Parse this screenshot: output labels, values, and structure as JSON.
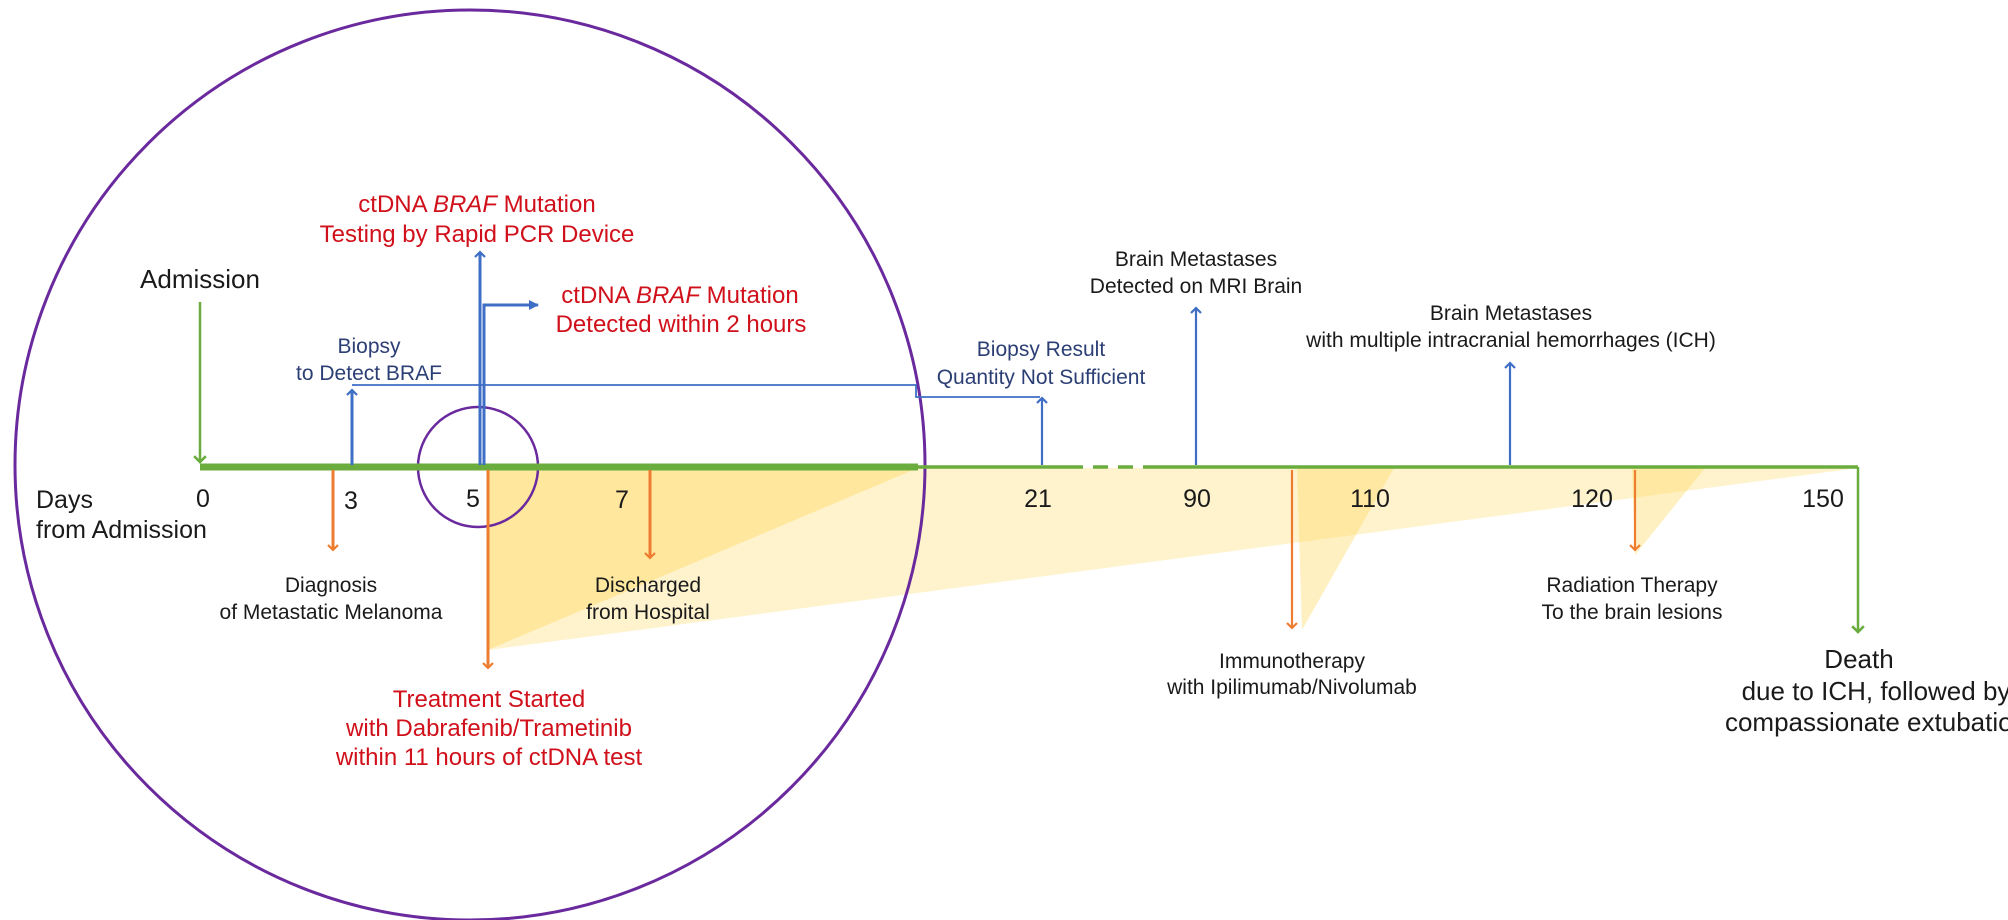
{
  "colors": {
    "timeline": "#6aac3e",
    "blue_arrow": "#3f6fc4",
    "orange_arrow": "#ee7d31",
    "purple_circle": "#6a2a9e",
    "highlight_fill": "#ffd54f",
    "red_text": "#d0101a",
    "navy_text": "#2b3f75"
  },
  "axis": {
    "title_line1": "Days",
    "title_line2": "from Admission",
    "ticks": [
      "0",
      "3",
      "5",
      "7",
      "21",
      "90",
      "110",
      "120",
      "150"
    ]
  },
  "events": {
    "admission": "Admission",
    "biopsy": [
      "Biopsy",
      "to Detect BRAF"
    ],
    "ctdna_test": {
      "line1_pre": "ctDNA ",
      "line1_italic": "BRAF",
      "line1_post": " Mutation",
      "line2": "Testing by Rapid PCR Device"
    },
    "ctdna_detected": {
      "line1_pre": "ctDNA ",
      "line1_italic": "BRAF",
      "line1_post": " Mutation",
      "line2": "Detected within 2 hours"
    },
    "biopsy_result": [
      "Biopsy Result",
      "Quantity Not Sufficient"
    ],
    "brain_mets_mri": [
      "Brain Metastases",
      "Detected on MRI Brain"
    ],
    "brain_mets_ich": [
      "Brain Metastases",
      "with multiple intracranial hemorrhages (ICH)"
    ],
    "diagnosis": [
      "Diagnosis",
      "of Metastatic Melanoma"
    ],
    "treatment": [
      "Treatment Started",
      "with Dabrafenib/Trametinib",
      "within 11 hours of ctDNA test"
    ],
    "discharged": [
      "Discharged",
      "from Hospital"
    ],
    "immunotherapy": [
      "Immunotherapy",
      "with Ipilimumab/Nivolumab"
    ],
    "radiation": [
      "Radiation Therapy",
      "To the brain lesions"
    ],
    "death": [
      "Death",
      "due to ICH, followed by",
      "compassionate extubation"
    ]
  }
}
